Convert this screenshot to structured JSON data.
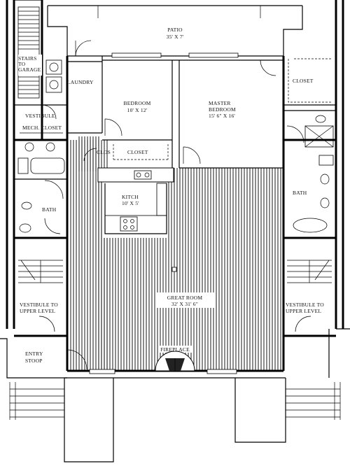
{
  "rooms": {
    "patio": {
      "name": "PATIO",
      "size": "35' X 7'"
    },
    "stairs_to_garage": {
      "line1": "STAIRS",
      "line2": "TO",
      "line3": "GARAGE"
    },
    "laundry": {
      "name": "LAUNDRY"
    },
    "bedroom": {
      "name": "BEDROOM",
      "size": "10' X 12'"
    },
    "master_bedroom": {
      "line1": "MASTER",
      "line2": "BEDROOM",
      "size": "15' 6\" X 16'"
    },
    "closet_right": {
      "name": "CLOSET"
    },
    "vestibule": {
      "name": "VESTIBULE"
    },
    "mech_closet": {
      "name": "MECH. CLOSET"
    },
    "clos": {
      "name": "CLOS"
    },
    "closet_bedroom": {
      "name": "CLOSET"
    },
    "kitchen": {
      "name": "KITCH",
      "size": "10' X 5'"
    },
    "bath_left": {
      "name": "BATH"
    },
    "bath_right": {
      "name": "BATH"
    },
    "great_room": {
      "name": "GREAT ROOM",
      "size": "32' X 31' 6\""
    },
    "vestibule_left": {
      "line1": "VESTIBULE TO",
      "line2": "UPPER LEVEL"
    },
    "vestibule_right": {
      "line1": "VESTIBULE TO",
      "line2": "UPPER LEVEL"
    },
    "entry_stoop": {
      "line1": "ENTRY",
      "line2": "STOOP"
    },
    "fireplace": {
      "name": "FIREPLACE"
    }
  }
}
